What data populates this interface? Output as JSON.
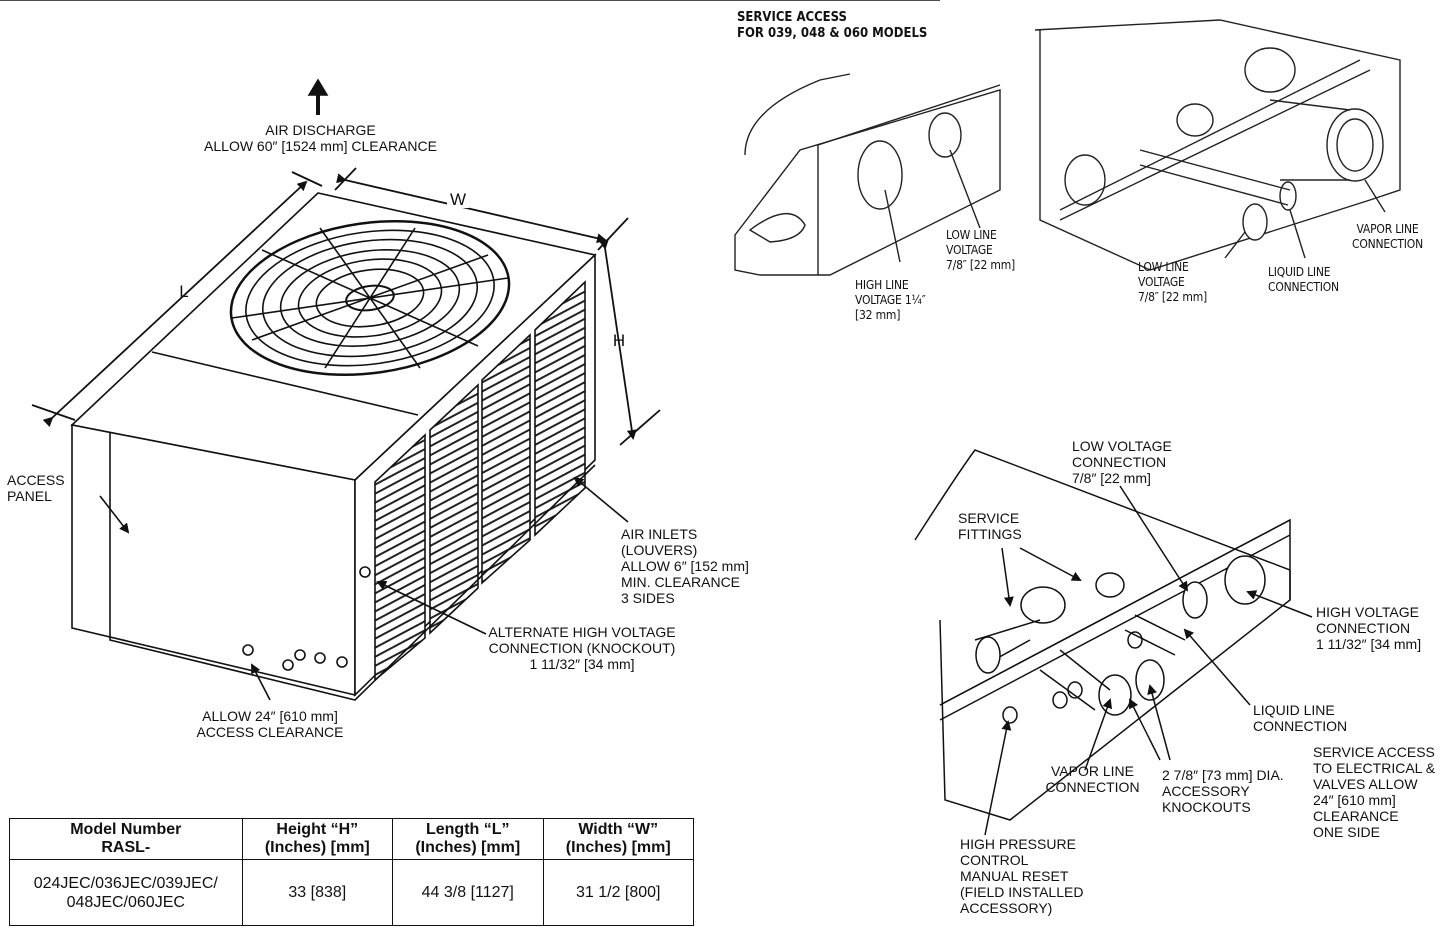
{
  "left_labels": {
    "air_discharge": "AIR DISCHARGE\nALLOW 60″ [1524 mm] CLEARANCE",
    "dim_w": "W",
    "dim_l": "L",
    "dim_h": "H",
    "access_panel": "ACCESS\nPANEL",
    "air_inlets": "AIR INLETS\n(LOUVERS)\nALLOW 6″ [152 mm]\nMIN. CLEARANCE\n3 SIDES",
    "alt_high_voltage": "ALTERNATE HIGH VOLTAGE\nCONNECTION (KNOCKOUT)\n1 11/32″ [34 mm]",
    "access_clearance": "ALLOW 24″ [610 mm]\nACCESS CLEARANCE"
  },
  "top_right_labels": {
    "title": "SERVICE ACCESS\nFOR 039, 048 & 060 MODELS",
    "low_line_voltage_1": "LOW LINE\nVOLTAGE\n7/8″ [22 mm]",
    "high_line_voltage": "HIGH LINE\nVOLTAGE 1¼″\n[32 mm]",
    "low_line_voltage_2": "LOW LINE\nVOLTAGE\n7/8″ [22 mm]",
    "liquid_line": "LIQUID LINE\nCONNECTION",
    "vapor_line": "VAPOR LINE\nCONNECTION"
  },
  "bottom_right_labels": {
    "low_voltage": "LOW VOLTAGE\nCONNECTION\n7/8″ [22 mm]",
    "service_fittings": "SERVICE\nFITTINGS",
    "high_voltage": "HIGH VOLTAGE\nCONNECTION\n1 11/32″ [34 mm]",
    "liquid_line": "LIQUID LINE\nCONNECTION",
    "service_access": "SERVICE ACCESS\nTO ELECTRICAL &\nVALVES ALLOW\n24″ [610 mm]\nCLEARANCE\nONE SIDE",
    "vapor_line": "VAPOR LINE\nCONNECTION",
    "knockouts": "2 7/8″ [73 mm] DIA.\nACCESSORY\nKNOCKOUTS",
    "high_pressure": "HIGH PRESSURE\nCONTROL\nMANUAL RESET\n(FIELD INSTALLED\nACCESSORY)"
  },
  "table": {
    "headers": [
      "Model Number\nRASL-",
      "Height “H”\n(Inches) [mm]",
      "Length “L”\n(Inches) [mm]",
      "Width “W”\n(Inches) [mm]"
    ],
    "rows": [
      [
        "024JEC/036JEC/039JEC/\n048JEC/060JEC",
        "33 [838]",
        "44 3/8 [1127]",
        "31 1/2 [800]"
      ]
    ]
  }
}
